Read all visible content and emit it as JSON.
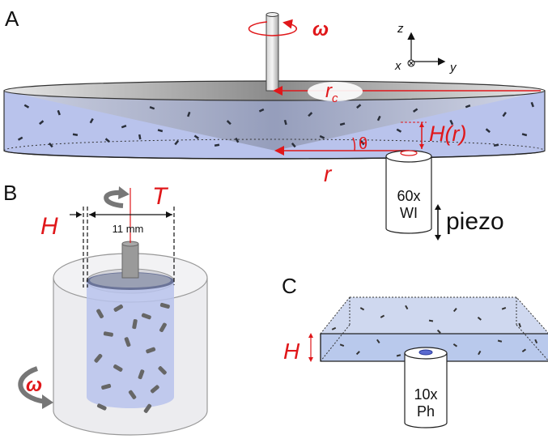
{
  "panels": {
    "a": {
      "letter": "A",
      "omega": "ω",
      "r_c": "r",
      "r_c_sub": "c",
      "H_of_r": "H(r)",
      "theta": "θ",
      "r": "r",
      "objective_line1": "60x",
      "objective_line2": "WI",
      "piezo": "piezo",
      "axes": {
        "z": "z",
        "x": "x",
        "y": "y"
      }
    },
    "b": {
      "letter": "B",
      "torque": "T",
      "H": "H",
      "gap": "11 mm",
      "omega": "ω"
    },
    "c": {
      "letter": "C",
      "H": "H",
      "objective_line1": "10x",
      "objective_line2": "Ph"
    }
  },
  "colors": {
    "annotation": "#e0171a",
    "fluid": "#b9c3ec",
    "cone": "#9aa3c0",
    "rod": "#9a9a9a"
  },
  "icons": [
    "rotation-arrow-icon",
    "axis-triad-icon",
    "double-arrow-icon",
    "objective-lens-icon"
  ]
}
